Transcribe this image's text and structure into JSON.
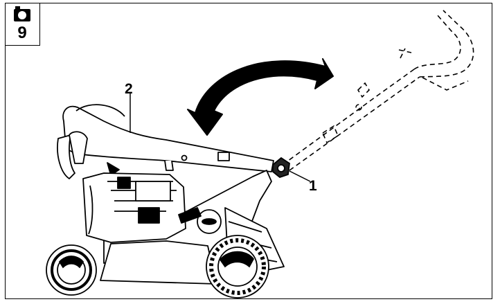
{
  "figure": {
    "number": "9",
    "badge_icon": "camera-icon"
  },
  "callouts": [
    {
      "id": "callout-1",
      "label": "1"
    },
    {
      "id": "callout-2",
      "label": "2"
    }
  ],
  "colors": {
    "ink": "#000000",
    "panel": "#ffffff"
  }
}
